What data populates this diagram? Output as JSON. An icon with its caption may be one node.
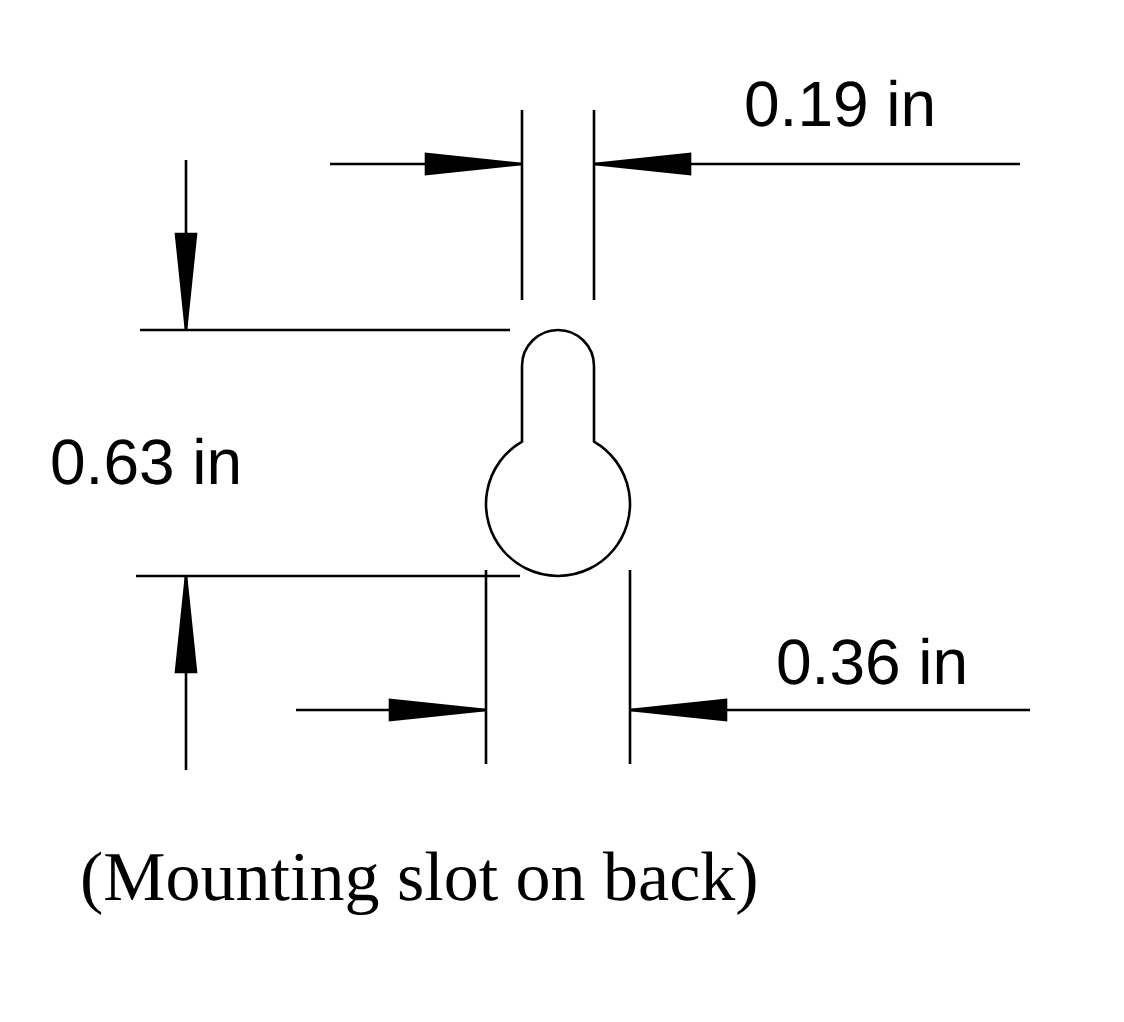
{
  "diagram": {
    "caption": "(Mounting slot on back)",
    "labels": [
      "0.19 in",
      "0.63 in",
      "0.36 in"
    ]
  }
}
